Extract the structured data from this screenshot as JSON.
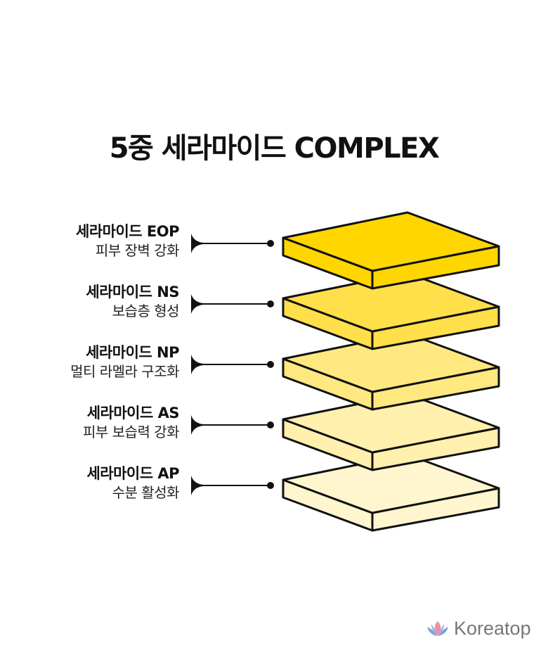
{
  "title": "5중 세라마이드 COMPLEX",
  "layers": [
    {
      "name": "세라마이드 EOP",
      "desc": "피부 장벽 강화",
      "color": "#FFD600"
    },
    {
      "name": "세라마이드 NS",
      "desc": "보습층 형성",
      "color": "#FFE04A"
    },
    {
      "name": "세라마이드 NP",
      "desc": "멀티 라멜라 구조화",
      "color": "#FFE880"
    },
    {
      "name": "세라마이드 AS",
      "desc": "피부 보습력 강화",
      "color": "#FFF0AD"
    },
    {
      "name": "세라마이드 AP",
      "desc": "수분 활성화",
      "color": "#FFF6CF"
    }
  ],
  "brand": {
    "name": "Koreatop"
  }
}
